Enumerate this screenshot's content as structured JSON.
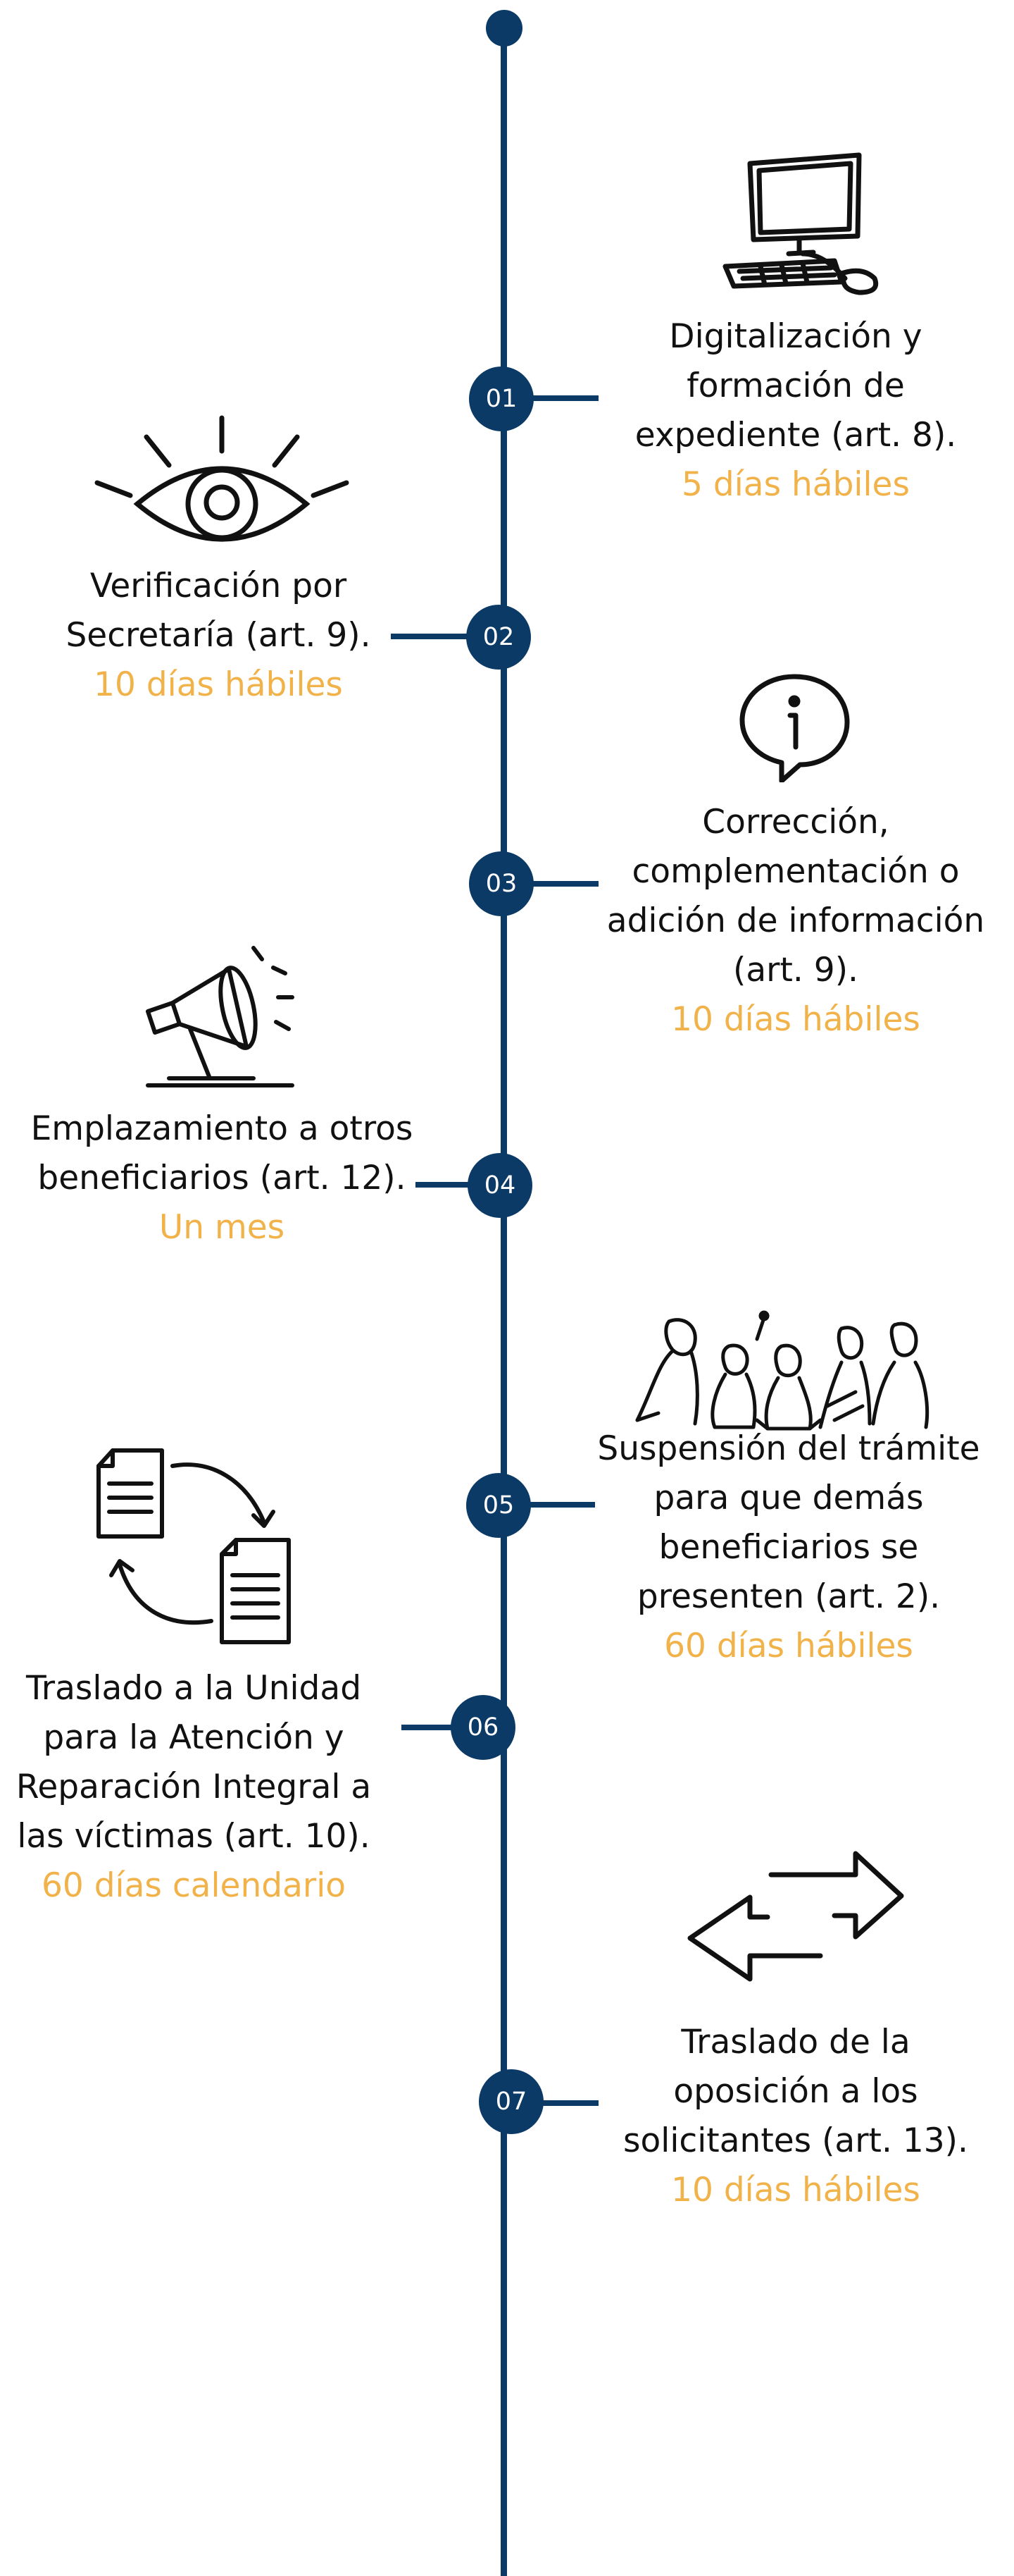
{
  "colors": {
    "primary": "#0b3a66",
    "accent": "#f2b24a",
    "text": "#111111"
  },
  "steps": [
    {
      "num": "01",
      "text": "Digitalización y formación de expediente (art. 8).",
      "duration": "5 días hábiles",
      "icon": "computer-icon"
    },
    {
      "num": "02",
      "text": "Verificación por Secretaría (art. 9).",
      "duration": "10 días hábiles",
      "icon": "eye-icon"
    },
    {
      "num": "03",
      "text": "Corrección, complementación o adición de información (art. 9).",
      "duration": "10 días hábiles",
      "icon": "info-speech-bubble-icon"
    },
    {
      "num": "04",
      "text": "Emplazamiento a otros beneficiarios (art. 12).",
      "duration": "Un mes",
      "icon": "megaphone-icon"
    },
    {
      "num": "05",
      "text": "Suspensión del trámite para que demás beneficiarios se presenten (art. 2).",
      "duration": "60 días hábiles",
      "icon": "people-group-icon"
    },
    {
      "num": "06",
      "text": "Traslado a la Unidad para la Atención y Reparación Integral a las víctimas (art. 10).",
      "duration": "60 días calendario",
      "icon": "document-transfer-icon"
    },
    {
      "num": "07",
      "text": "Traslado de la oposición a los solicitantes (art. 13).",
      "duration": "10 días hábiles",
      "icon": "two-way-arrows-icon"
    }
  ]
}
